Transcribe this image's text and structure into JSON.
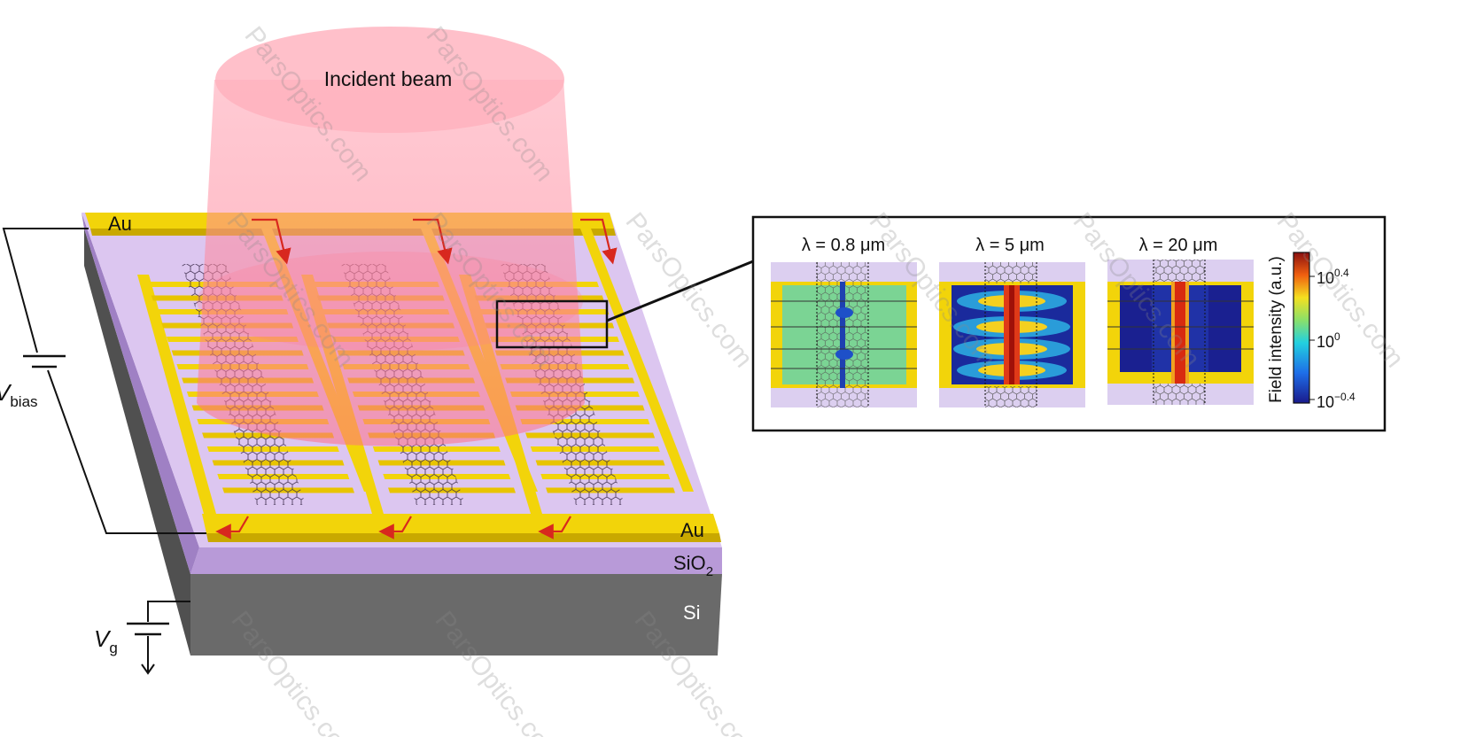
{
  "labels": {
    "beam": "Incident beam",
    "au_top": "Au",
    "au_bottom": "Au",
    "sio2_main": "SiO",
    "sio2_sub": "2",
    "si": "Si",
    "vbias_main": "V",
    "vbias_sub": "bias",
    "vg_main": "V",
    "vg_sub": "g"
  },
  "inset": {
    "panels": [
      {
        "lambda": "λ = 0.8 μm"
      },
      {
        "lambda": "λ = 5 μm"
      },
      {
        "lambda": "λ = 20 μm"
      }
    ],
    "colorbar": {
      "title": "Field intensity (a.u.)",
      "ticks": [
        {
          "base": "10",
          "exp": "0.4"
        },
        {
          "base": "10",
          "exp": "0"
        },
        {
          "base": "10",
          "exp": "−0.4"
        }
      ]
    }
  },
  "watermark": "ParsOptics.com",
  "colors": {
    "gold": "#f2d40a",
    "sio2": "#d9c2ee",
    "si": "#6e6e6e",
    "beam": "#ff8aa0",
    "arrow": "#d8281e"
  }
}
